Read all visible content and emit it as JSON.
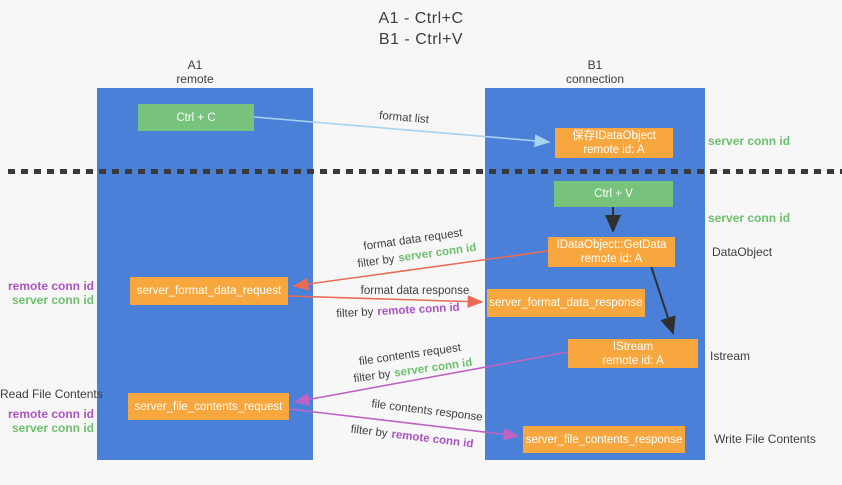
{
  "title": {
    "line1": "A1 - Ctrl+C",
    "line2": "B1 - Ctrl+V"
  },
  "columns": {
    "left": {
      "id": "A1",
      "name": "remote"
    },
    "right": {
      "id": "B1",
      "name": "connection"
    }
  },
  "nodes": {
    "ctrl_c": {
      "label": "Ctrl + C"
    },
    "save_idataobject": {
      "line1": "保存IDataObject",
      "line2": "remote id: A"
    },
    "ctrl_v": {
      "label": "Ctrl + V"
    },
    "getdata": {
      "line1": "IDataObject::GetData",
      "line2": "remote id: A"
    },
    "format_request": {
      "label": "server_format_data_request"
    },
    "format_response": {
      "label": "server_format_data_response"
    },
    "istream": {
      "line1": "IStream",
      "line2": "remote id: A"
    },
    "file_request": {
      "label": "server_file_contents_request"
    },
    "file_response": {
      "label": "server_file_contents_response"
    }
  },
  "edge_labels": {
    "format_list": "format list",
    "format_data_request": "format data request",
    "format_data_response": "format data response",
    "file_contents_request": "file contents request",
    "file_contents_response": "file contents response",
    "filter_by": "filter by",
    "server_conn_id": "server conn id",
    "remote_conn_id": "remote conn id"
  },
  "side_labels": {
    "right_server_conn_id_top": "server conn id",
    "right_server_conn_id_mid": "server conn id",
    "right_dataobject": "DataObject",
    "right_istream": "Istream",
    "right_write_file_contents": "Write File Contents",
    "left_remote_conn_id_top": "remote conn id",
    "left_server_conn_id_top": "server conn id",
    "left_read_file_contents": "Read File Contents",
    "left_remote_conn_id_bottom": "remote conn id",
    "left_server_conn_id_bottom": "server conn id"
  },
  "colors": {
    "lifeline_blue": "#4a80d8",
    "node_green": "#77c37b",
    "node_orange": "#f7a73e",
    "arrow_light_blue": "#a5d3f0",
    "arrow_red": "#e96b55",
    "arrow_magenta": "#bf63c3",
    "arrow_black": "#2f2f2f",
    "text_green": "#6dc16d",
    "text_purple": "#ab53c5",
    "text_dark": "#3d3d3d"
  }
}
